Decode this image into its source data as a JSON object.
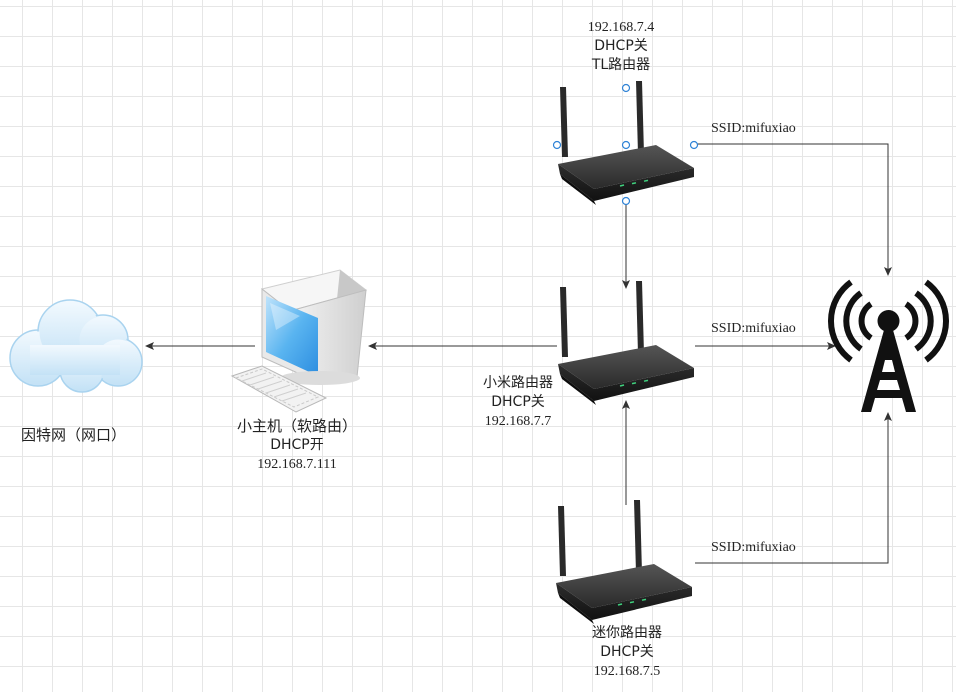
{
  "nodes": {
    "tl_router": {
      "ip": "192.168.7.4",
      "dhcp": "DHCP关",
      "name": "TL路由器",
      "ssid": "SSID:mifuxiao"
    },
    "mi_router": {
      "name": "小米路由器",
      "dhcp": "DHCP关",
      "ip": "192.168.7.7",
      "ssid": "SSID:mifuxiao"
    },
    "mini_router": {
      "name": "迷你路由器",
      "dhcp": "DHCP关",
      "ip": "192.168.7.5",
      "ssid": "SSID:mifuxiao"
    },
    "host": {
      "name": "小主机（软路由）",
      "dhcp": "DHCP开",
      "ip": "192.168.7.111"
    },
    "internet": {
      "name": "因特网（网口）"
    }
  },
  "icons": [
    "router-icon",
    "computer-icon",
    "cloud-icon",
    "wireless-tower-icon"
  ],
  "colors": {
    "connector": "#333333",
    "selection_handle": "#2f83d6",
    "router_body": "#2b2b2b",
    "screen": "#3fa6ee",
    "cloud": "#d6ecfa"
  }
}
